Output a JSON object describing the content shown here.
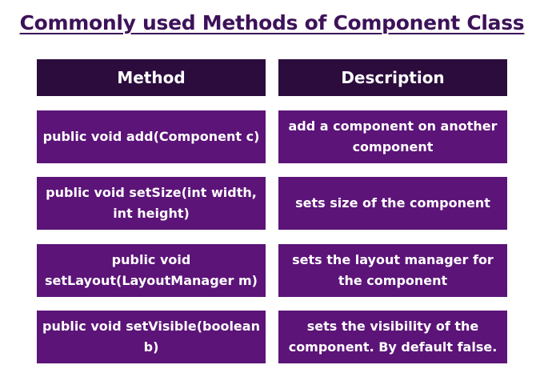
{
  "title": "Commonly used Methods of Component Class",
  "table": {
    "headers": [
      "Method",
      "Description"
    ],
    "rows": [
      {
        "method": "public void add(Component c)",
        "description": "add a component on another component"
      },
      {
        "method": "public void setSize(int width, int height)",
        "description": "sets size of the component"
      },
      {
        "method": "public void setLayout(LayoutManager m)",
        "description": "sets the layout manager for the component"
      },
      {
        "method": "public void setVisible(boolean b)",
        "description": "sets the visibility of the component. By default false."
      }
    ]
  },
  "colors": {
    "title": "#3d1259",
    "header_bg": "#2c0c3d",
    "cell_bg": "#5c1478",
    "text": "#ffffff"
  }
}
